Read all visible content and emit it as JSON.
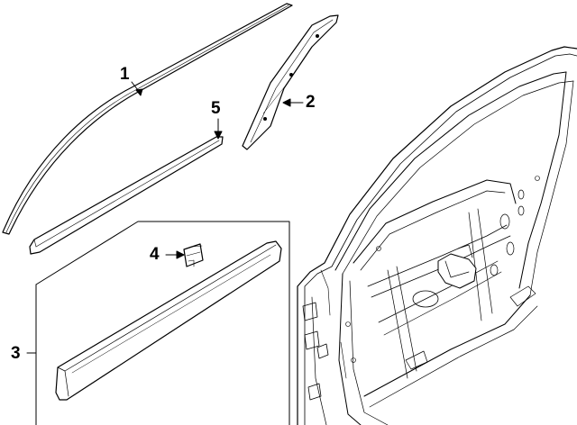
{
  "diagram": {
    "callouts": [
      {
        "id": "1",
        "label": "1"
      },
      {
        "id": "2",
        "label": "2"
      },
      {
        "id": "3",
        "label": "3"
      },
      {
        "id": "4",
        "label": "4"
      },
      {
        "id": "5",
        "label": "5"
      }
    ],
    "colors": {
      "line": "#000000",
      "fill": "#ffffff",
      "shade": "#d9d9d9"
    }
  }
}
